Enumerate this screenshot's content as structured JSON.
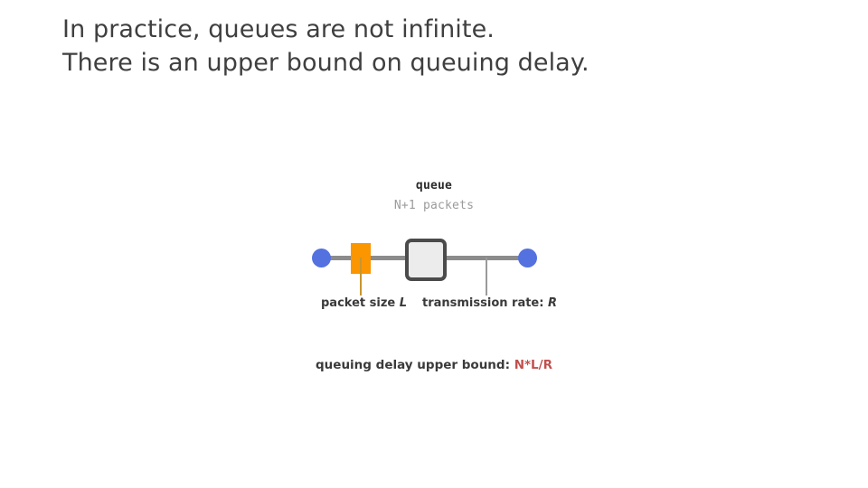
{
  "slide": {
    "title_lines": [
      "In practice, queues are not infinite.",
      "There is an upper bound on queuing delay."
    ],
    "title_color": "#3f3f3f",
    "background": "#ffffff"
  },
  "diagram": {
    "queue_label": "queue",
    "packets_label": "N+1 packets",
    "packets_label_color": "#9b9b9b",
    "annotations": {
      "packet_size_prefix": "packet size ",
      "packet_size_symbol": "L",
      "transmission_rate_prefix": "transmission rate: ",
      "transmission_rate_symbol": "R"
    },
    "bound": {
      "prefix": "queuing delay upper bound: ",
      "value": "N*L/R",
      "value_color": "#c0504d"
    },
    "colors": {
      "node": "#5471e0",
      "packet_block": "#fb9500",
      "wire": "#8c8c8c",
      "queue_border": "#4b4b4b",
      "queue_fill": "#ececec",
      "leader": "#9a9a9a"
    }
  }
}
